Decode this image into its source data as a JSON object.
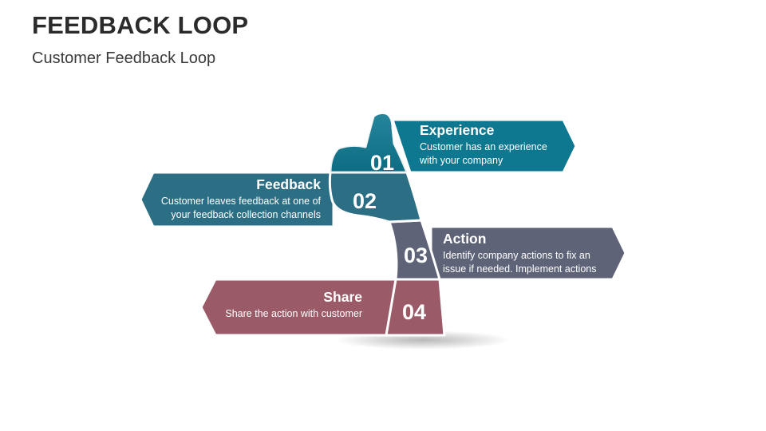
{
  "header": {
    "title": "FEEDBACK LOOP",
    "subtitle": "Customer Feedback Loop"
  },
  "colors": {
    "step1": "#0e7890",
    "step2": "#2c6f85",
    "step3": "#5f6378",
    "step4": "#9b5a68"
  },
  "steps": [
    {
      "number": "01",
      "title": "Experience",
      "description_line1": "Customer has an experience",
      "description_line2": "with your company"
    },
    {
      "number": "02",
      "title": "Feedback",
      "description_line1": "Customer leaves feedback at one of",
      "description_line2": "your feedback collection channels"
    },
    {
      "number": "03",
      "title": "Action",
      "description_line1": "Identify company actions to fix an",
      "description_line2": "issue if needed. Implement actions"
    },
    {
      "number": "04",
      "title": "Share",
      "description_line1": "Share the action with customer",
      "description_line2": ""
    }
  ]
}
